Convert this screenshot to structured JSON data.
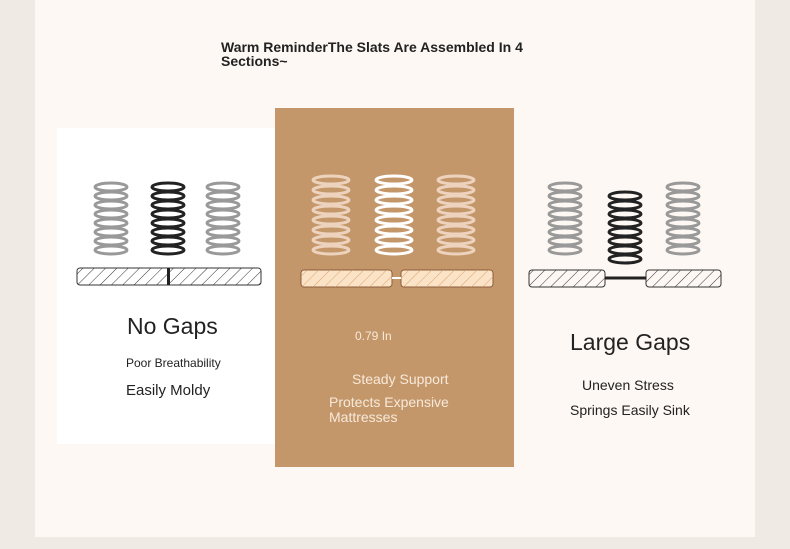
{
  "headline": "Warm ReminderThe Slats Are Assembled In 4 Sections~",
  "cards": {
    "left": {
      "title": "No Gaps",
      "line1": "Poor Breathability",
      "line2": "Easily Moldy"
    },
    "middle": {
      "gap_label": "0.79 In",
      "line1": "Steady Support",
      "line2": "Protects Expensive Mattresses"
    },
    "right": {
      "title": "Large Gaps",
      "line1": "Uneven Stress",
      "line2": "Springs Easily Sink"
    }
  },
  "icons": {
    "left": "spring-coils-icon",
    "middle": "spring-coils-icon",
    "right": "spring-coils-icon"
  },
  "colors": {
    "background": "#efeae4",
    "page": "#fdf8f3",
    "accent_card": "#c4976a",
    "accent_text": "#f7e9da",
    "dark": "#222222",
    "coil_gray": "#999999"
  }
}
